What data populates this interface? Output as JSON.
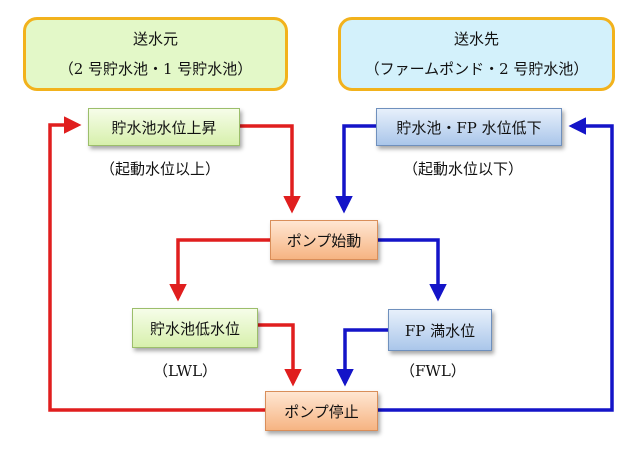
{
  "source": {
    "title": "送水元",
    "subtitle": "（2 号貯水池・1 号貯水池）"
  },
  "destination": {
    "title": "送水先",
    "subtitle": "（ファームポンド・2 号貯水池）"
  },
  "nodes": {
    "reservoir_rise": "貯水池水位上昇",
    "reservoir_fp_fall": "貯水池・FP 水位低下",
    "pump_start": "ポンプ始動",
    "reservoir_low": "貯水池低水位",
    "fp_full": "FP 満水位",
    "pump_stop": "ポンプ停止"
  },
  "labels": {
    "start_above": "（起動水位以上）",
    "start_below": "（起動水位以下）",
    "lwl": "（LWL）",
    "fwl": "（FWL）"
  },
  "colors": {
    "source_arrows": "#e01e1e",
    "destination_arrows": "#1414c8",
    "header_border": "#f2b21c",
    "source_header_bg": "#e3f8c8",
    "destination_header_bg": "#d3f1fb",
    "source_node": "#d7f0ac",
    "destination_node": "#aac6ea",
    "pump_node": "#f6b482"
  }
}
